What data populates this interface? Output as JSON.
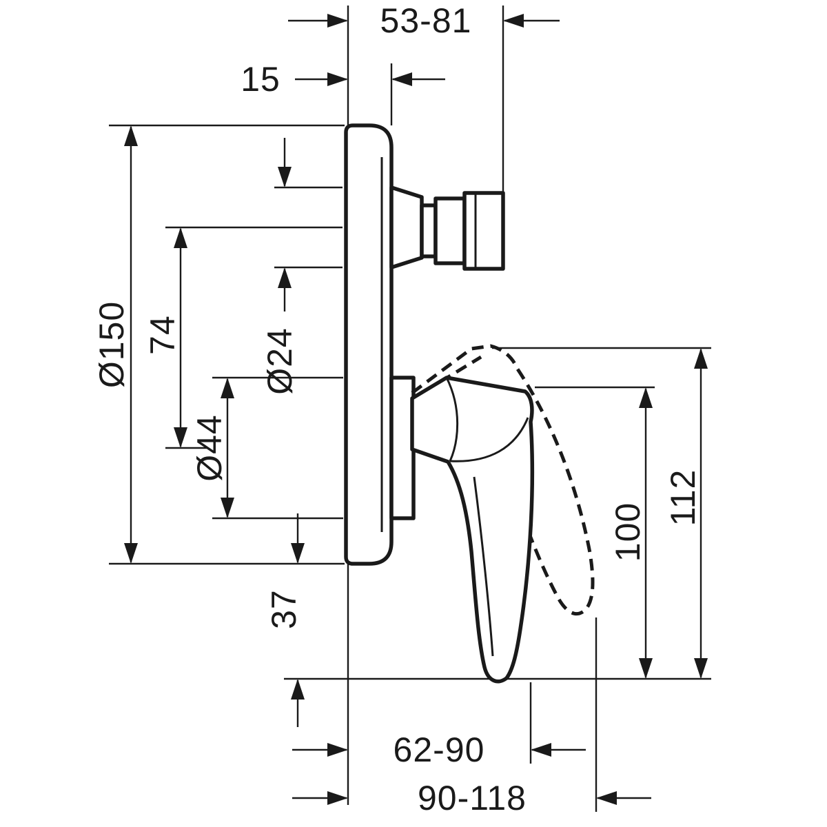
{
  "drawing": {
    "kind": "technical-dimension-drawing",
    "colors": {
      "line": "#1a1a1a",
      "background": "#ffffff"
    },
    "dimensions": {
      "install_depth_range": "53-81",
      "plate_depth": "15",
      "plate_diameter": "Ø150",
      "axis_distance": "74",
      "sleeve_diameter": "Ø44",
      "spout_connector_diameter": "Ø24",
      "bottom_clearance": "37",
      "lever_length": "100",
      "lever_length_max": "112",
      "lever_depth_range": "62-90",
      "lever_depth_max_range": "90-118"
    }
  }
}
